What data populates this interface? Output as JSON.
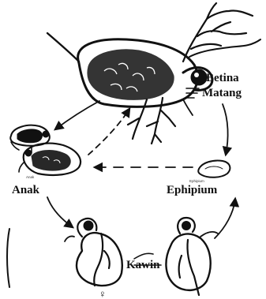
{
  "labels": {
    "mature_female": [
      "Betina",
      "Matang"
    ],
    "young": "Anak",
    "ephippium": "Ephipium",
    "mating": "Kawin",
    "female_symbol": "♀"
  },
  "small_annotations": {
    "young_caption": "Anak",
    "ephippium_caption": "Ephipium"
  }
}
